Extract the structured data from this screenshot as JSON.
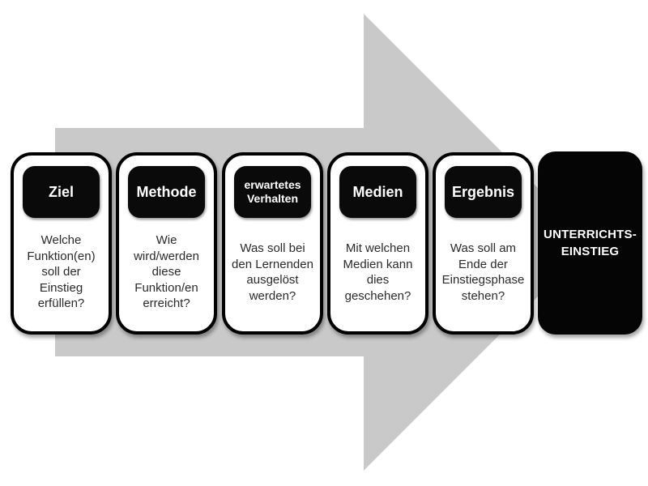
{
  "colors": {
    "background": "#ffffff",
    "arrow": "#c9c9c9",
    "card_bg": "#ffffff",
    "card_border": "#000000",
    "header_bg": "#0a0a0a",
    "header_text": "#ffffff",
    "body_text": "#2a2a2a",
    "result_bg": "#050505",
    "result_text": "#ffffff"
  },
  "arrow": {
    "icon": "right-arrow-shape",
    "direction": "right"
  },
  "cards": [
    {
      "title": "Ziel",
      "body": "Welche\nFunktion(en)\nsoll der\nEinstieg\nerfüllen?"
    },
    {
      "title": "Methode",
      "body": "Wie\nwird/werden\ndiese\nFunktion/en\nerreicht?"
    },
    {
      "title": "erwartetes\nVerhalten",
      "body": "Was soll bei\nden Lernenden\nausgelöst\nwerden?"
    },
    {
      "title": "Medien",
      "body": "Mit welchen\nMedien kann\ndies\ngeschehen?"
    },
    {
      "title": "Ergebnis",
      "body": "Was soll am\nEnde der\nEinstiegsphase\nstehen?"
    }
  ],
  "result_card": {
    "title": "UNTERRICHTS-\nEINSTIEG"
  }
}
